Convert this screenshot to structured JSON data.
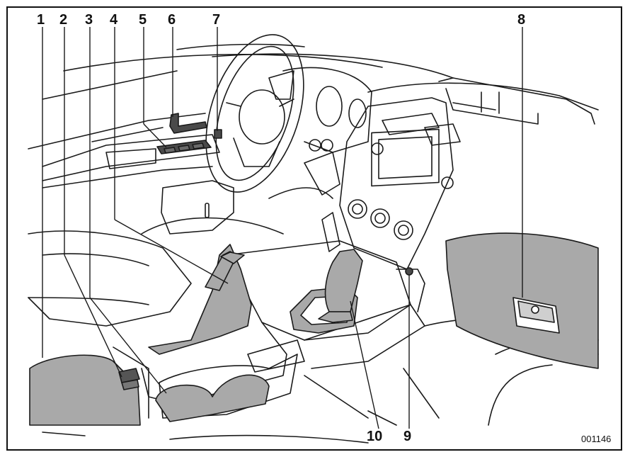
{
  "labels": {
    "l1": "1",
    "l2": "2",
    "l3": "3",
    "l4": "4",
    "l5": "5",
    "l6": "6",
    "l7": "7",
    "l8": "8",
    "l9": "9",
    "l10": "10"
  },
  "figure_code": "001146",
  "colors": {
    "line": "#1a1a1a",
    "fill": "#a9a9a9",
    "dark": "#4a4a4a"
  }
}
